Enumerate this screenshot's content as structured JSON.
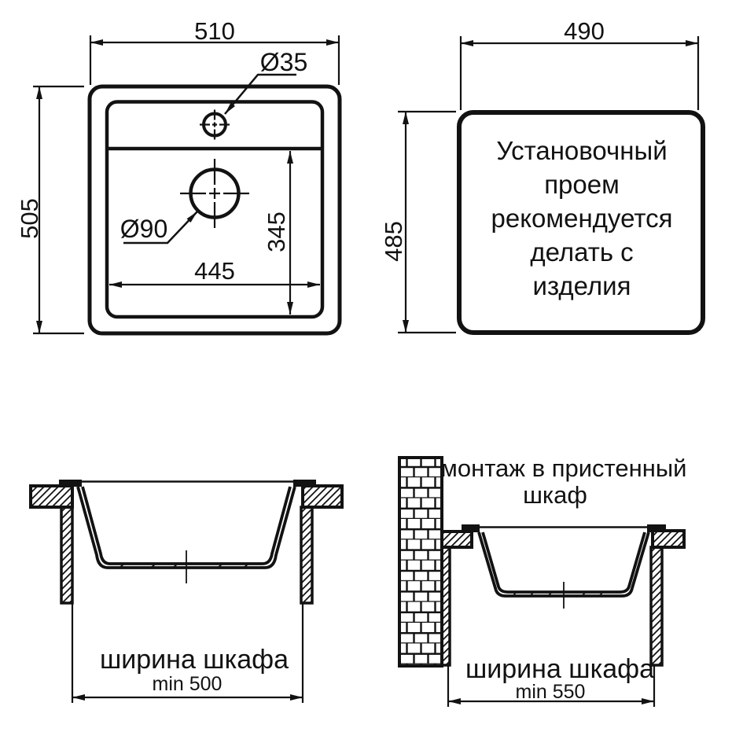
{
  "drawing": {
    "top_view": {
      "width": "510",
      "height": "505",
      "bowl_width": "445",
      "bowl_depth": "345",
      "faucet_hole": "Ø35",
      "drain_hole": "Ø90"
    },
    "cutout_view": {
      "width": "490",
      "height": "485",
      "note_lines": [
        "Установочный",
        "проем",
        "рекомендуется",
        "делать с",
        "изделия"
      ]
    },
    "section_front": {
      "cabinet_label": "ширина шкафа",
      "cabinet_min": "min 500"
    },
    "section_wall": {
      "title_line1": "монтаж в пристенный",
      "title_line2": "шкаф",
      "cabinet_label": "ширина шкафа",
      "cabinet_min": "min 550"
    }
  },
  "colors": {
    "ink": "#121212",
    "paper": "#ffffff"
  }
}
